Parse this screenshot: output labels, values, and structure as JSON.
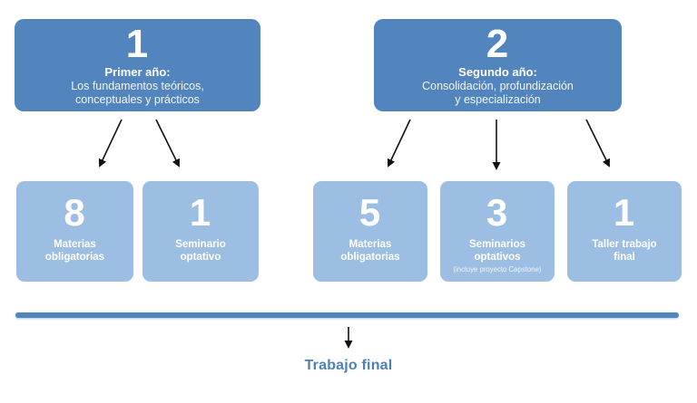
{
  "palette": {
    "year_box": "#5285BD",
    "course_box": "#9DBEE3",
    "divider": "#5285BD",
    "arrow": "#111111",
    "footer_text": "#4C80BC"
  },
  "years": [
    {
      "number": "1",
      "title": "Primer año:",
      "description": "Los fundamentos teóricos,\nconceptuales y prácticos"
    },
    {
      "number": "2",
      "title": "Segundo año:",
      "description": "Consolidación, profundización\ny especialización"
    }
  ],
  "course_boxes": [
    {
      "number": "8",
      "label": "Materias\nobligatorias",
      "note": ""
    },
    {
      "number": "1",
      "label": "Seminario\noptativo",
      "note": ""
    },
    {
      "number": "5",
      "label": "Materias\nobligatorias",
      "note": ""
    },
    {
      "number": "3",
      "label": "Seminarios\noptativos",
      "note": "(incluye proyecto Capstone)"
    },
    {
      "number": "1",
      "label": "Taller trabajo\nfinal",
      "note": ""
    }
  ],
  "footer": {
    "label": "Trabajo final"
  }
}
